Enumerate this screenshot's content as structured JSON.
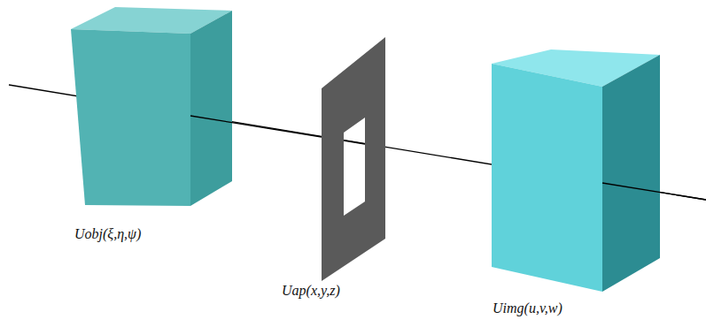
{
  "diagram": {
    "labels": [
      "Uobj(ξ,η,ψ)",
      "Uap(x,y,z)",
      "Uimg(u,v,w)"
    ]
  }
}
